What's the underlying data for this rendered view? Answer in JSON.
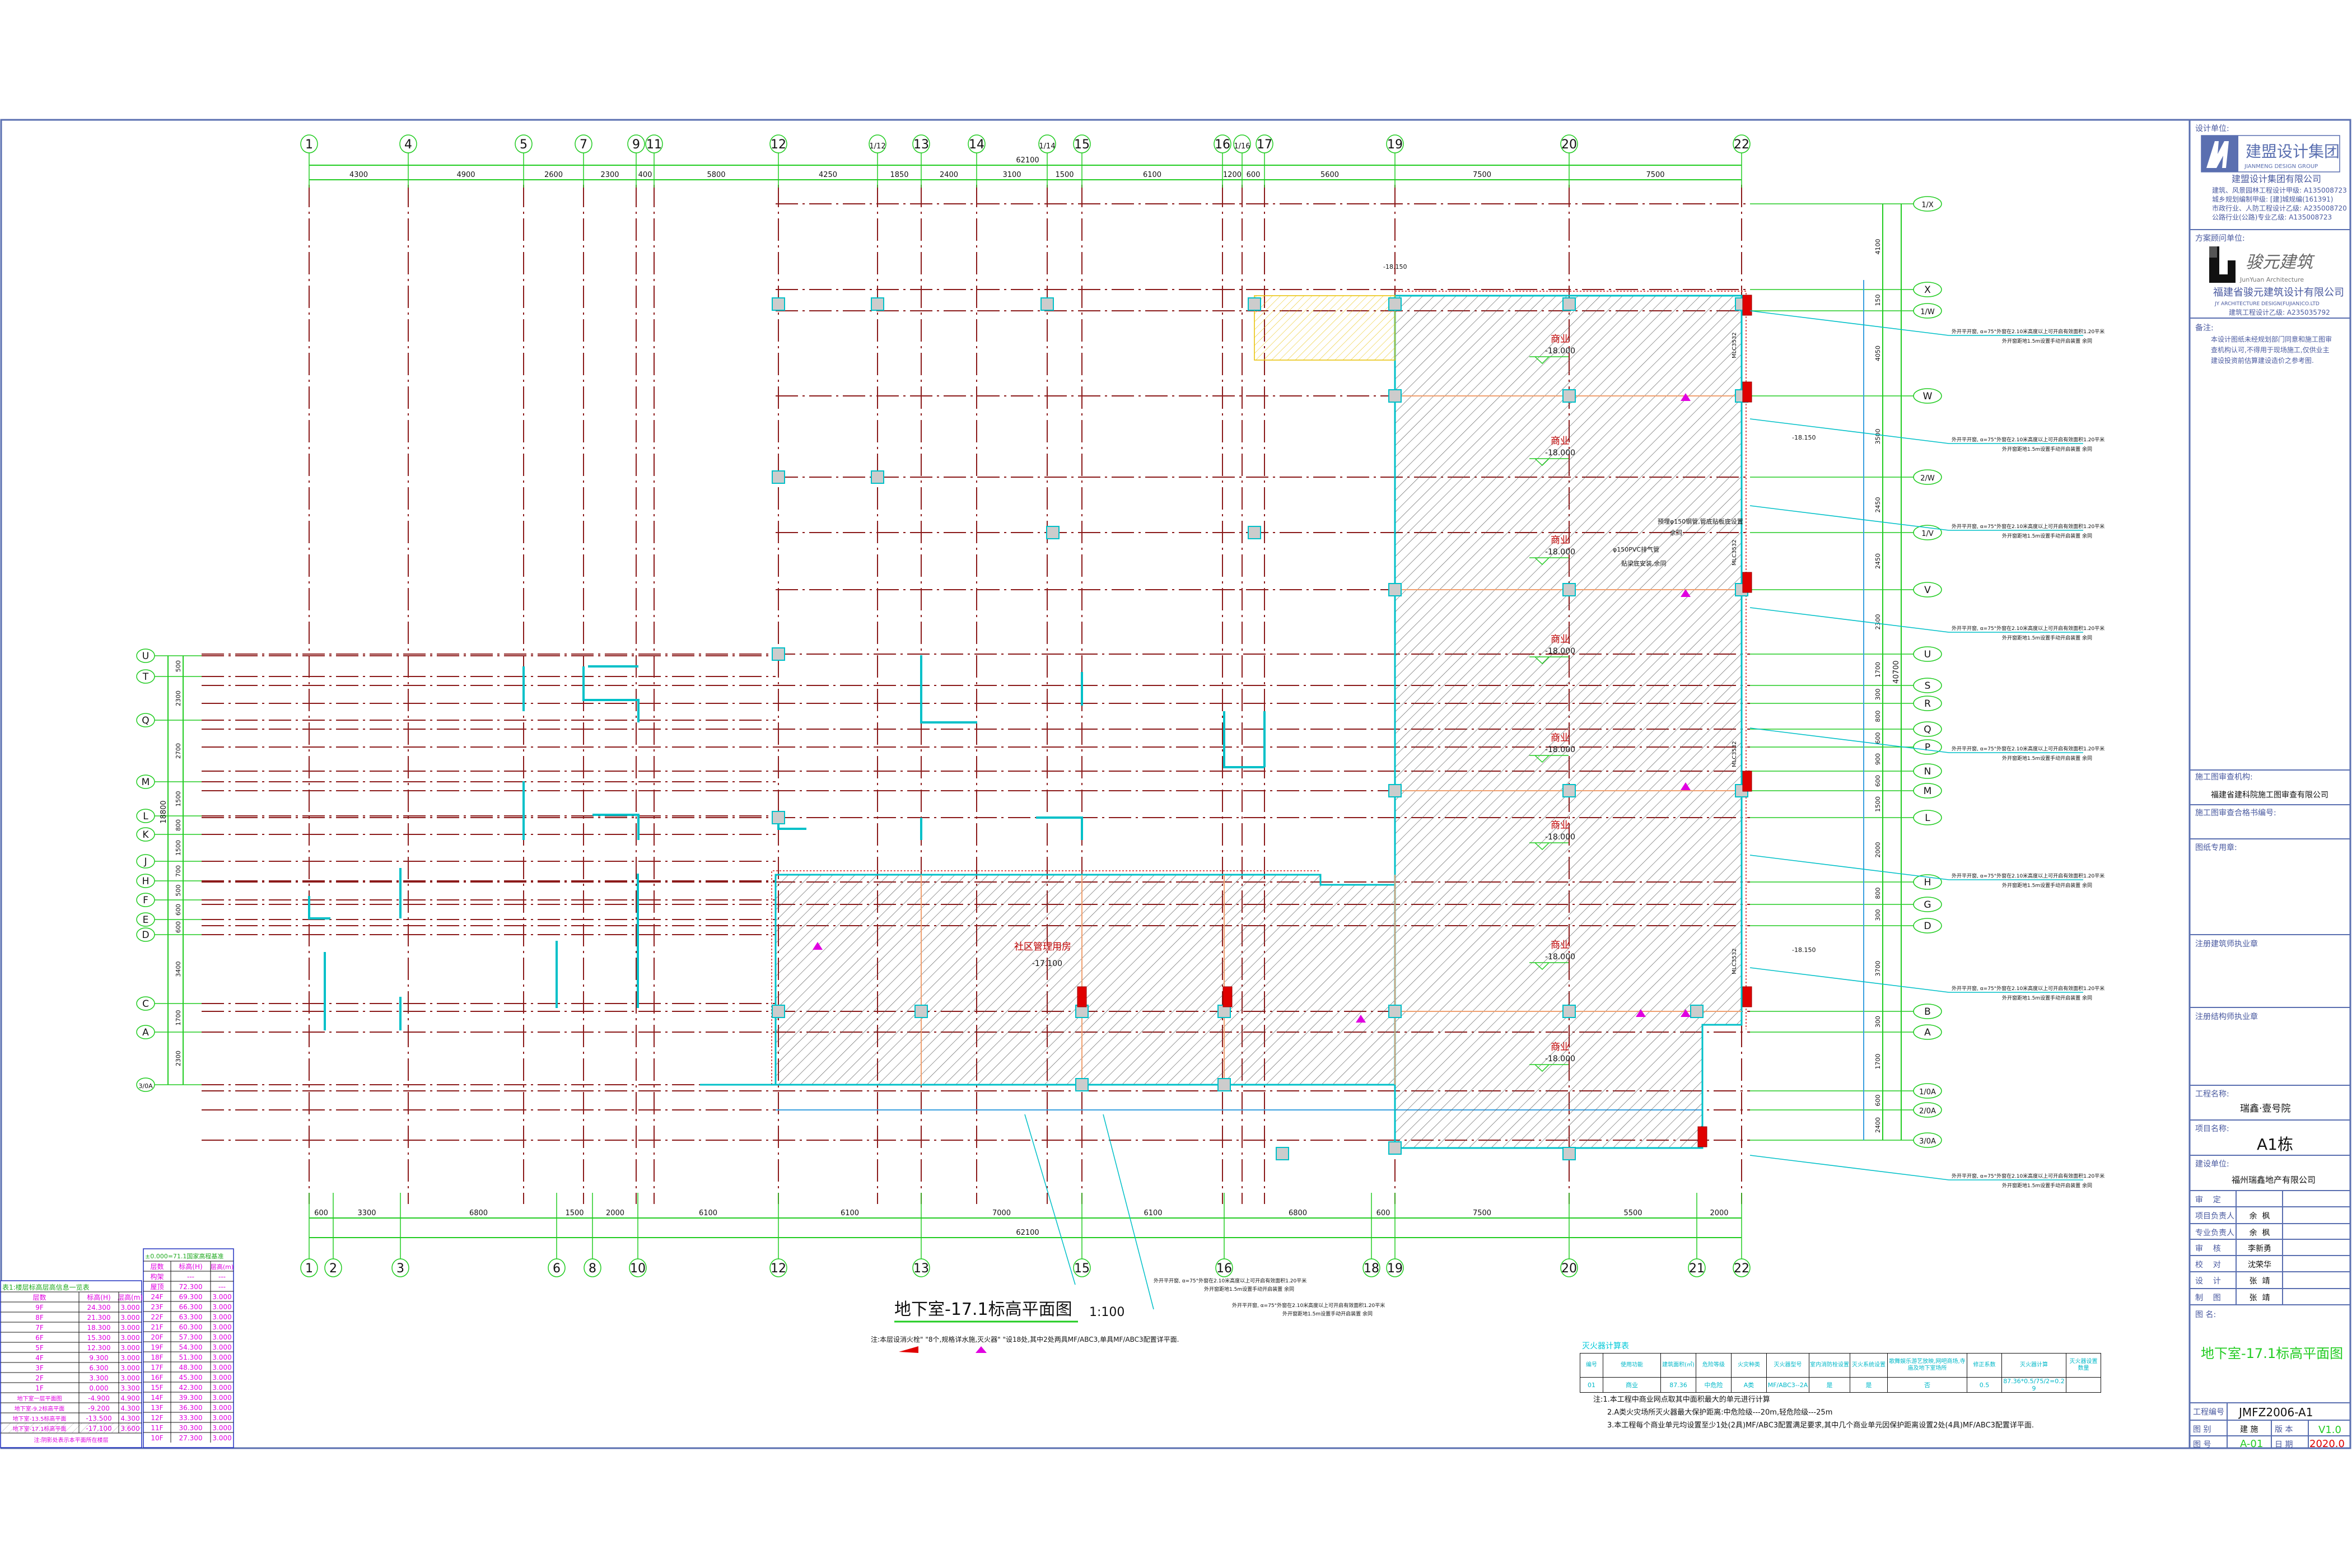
{
  "drawing": {
    "title": "地下室-17.1标高平面图",
    "scale": "1:100",
    "legend_note": "注:本层设消火栓\"  \"8个,规格详水施,灭火器\"  \"设18处,其中2处两具MF/ABC3,单具MF/ABC3配置详平面.",
    "overall_dim": "62100",
    "overall_dim_vertical": "40700",
    "left_overall_dim": "18800"
  },
  "axes": {
    "top": [
      "1",
      "4",
      "5",
      "7",
      "9",
      "11",
      "12",
      "1/12",
      "13",
      "14",
      "1/14",
      "15",
      "16",
      "1/16",
      "17",
      "19",
      "20",
      "22"
    ],
    "top_dims": [
      "4300",
      "4900",
      "2600",
      "2300",
      "400",
      "5800",
      "4250",
      "1850",
      "2400",
      "3100",
      "1500",
      "6100",
      "1200",
      "600",
      "5600",
      "7500",
      "7500"
    ],
    "bottom": [
      "1",
      "2",
      "3",
      "6",
      "8",
      "10",
      "12",
      "13",
      "15",
      "16",
      "18",
      "19",
      "20",
      "21",
      "22"
    ],
    "bottom_dims": [
      "600",
      "3300",
      "6800",
      "1500",
      "2000",
      "6100",
      "6100",
      "7000",
      "6100",
      "6800",
      "600",
      "7500",
      "5500",
      "2000"
    ],
    "right": [
      "1/X",
      "X",
      "1/W",
      "W",
      "2/W",
      "1/V",
      "V",
      "U",
      "S",
      "R",
      "Q",
      "P",
      "N",
      "M",
      "L",
      "H",
      "G",
      "D",
      "B",
      "A",
      "1/0A",
      "2/0A",
      "3/0A"
    ],
    "right_dims": [
      "4100",
      "150",
      "4050",
      "3500",
      "2450",
      "2450",
      "2300",
      "1700",
      "300",
      "800",
      "600",
      "900",
      "600",
      "1500",
      "2000",
      "800",
      "300",
      "3700",
      "300",
      "1700",
      "600",
      "2400"
    ],
    "left": [
      "U",
      "T",
      "Q",
      "M",
      "L",
      "K",
      "J",
      "H",
      "F",
      "E",
      "D",
      "C",
      "A",
      "3/0A"
    ],
    "left_dims": [
      "500",
      "2300",
      "2700",
      "1500",
      "800",
      "1500",
      "700",
      "500",
      "600",
      "600",
      "3400",
      "1700",
      "2300"
    ]
  },
  "rooms": {
    "commercial": {
      "name": "商业",
      "elevation": "-18.000"
    },
    "community": {
      "name": "社区管理用房",
      "elevation": "-17.100"
    },
    "elev_mark": "-18.150"
  },
  "annotations": {
    "window_note_line1": "外开平开窗, α=75°外窗在2.10米高度以上可开启有效面积1.20平米",
    "window_note_line2": "外开窗距地1.5m设置手动开启装置    余同",
    "pipe_note_1": "预埋φ150钢管,管底贴板底设置",
    "pipe_note_1b": "余同",
    "pipe_note_2": "φ150PVC排气管",
    "pipe_note_2b": "贴梁底安装,余同",
    "door_label": "MLC3532"
  },
  "title_block": {
    "design_unit_label": "设计单位:",
    "jm_logo_cn": "建盟设计集团",
    "jm_logo_en": "JIANMENG DESIGN GROUP",
    "jm_company": "建盟设计集团有限公司",
    "jm_quals": [
      "建筑、风景园林工程设计甲级: A135008723",
      "城乡规划编制甲级: [建]城规编(161391)",
      "市政行业、人防工程设计乙级: A235008720",
      "公路行业(公路)专业乙级: A135008723"
    ],
    "consultant_label": "方案顾问单位:",
    "jy_logo_text": "JunYuan Architecture",
    "jy_company": "福建省骏元建筑设计有限公司",
    "jy_company_en": "JY ARCHITECTURE DESIGN(FUJIAN)CO.LTD",
    "jy_qual": "建筑工程设计乙级: A235035792",
    "remark_label": "备注:",
    "remark_lines": [
      "本设计图纸未经规划部门同意和施工图审",
      "查机构认可,不得用于现场施工,仅供业主",
      "建设投资前估算建设造价之参考图."
    ],
    "review_org_label": "施工图审查机构:",
    "review_org": "福建省建科院施工图审查有限公司",
    "review_cert_label": "施工图审查合格书编号:",
    "stamp_label": "图纸专用章:",
    "architect_stamp_label": "注册建筑师执业章",
    "structural_stamp_label": "注册结构师执业章",
    "project_name_label": "工程名称:",
    "project_name": "瑞鑫·壹号院",
    "item_name_label": "项目名称:",
    "item_name": "A1栋",
    "client_label": "建设单位:",
    "client": "福州瑞鑫地产有限公司",
    "signoffs": [
      {
        "role": "审    定",
        "name": ""
      },
      {
        "role": "项目负责人",
        "name": "余  枫"
      },
      {
        "role": "专业负责人",
        "name": "余  枫"
      },
      {
        "role": "审    核",
        "name": "李新勇"
      },
      {
        "role": "校    对",
        "name": "沈荣华"
      },
      {
        "role": "设    计",
        "name": "张  靖"
      },
      {
        "role": "制    图",
        "name": "张  靖"
      }
    ],
    "drawing_name_label": "图  名:",
    "drawing_name": "地下室-17.1标高平面图",
    "project_no_label": "工程编号",
    "project_no": "JMFZ2006-A1",
    "category_label": "图  别",
    "category": "建 施",
    "version_label": "版  本",
    "version": "V1.0",
    "sheet_no_label": "图  号",
    "sheet_no": "A-01",
    "date_label": "日  期",
    "date": "2020.0"
  },
  "floor_table": {
    "title": "表1:楼层标高层高信息一览表",
    "headers": [
      "层数",
      "标高(H)",
      "层高(m)"
    ],
    "rows": [
      [
        "9F",
        "24.300",
        "3.000"
      ],
      [
        "8F",
        "21.300",
        "3.000"
      ],
      [
        "7F",
        "18.300",
        "3.000"
      ],
      [
        "6F",
        "15.300",
        "3.000"
      ],
      [
        "5F",
        "12.300",
        "3.000"
      ],
      [
        "4F",
        "9.300",
        "3.000"
      ],
      [
        "3F",
        "6.300",
        "3.000"
      ],
      [
        "2F",
        "3.300",
        "3.000"
      ],
      [
        "1F",
        "0.000",
        "3.300"
      ],
      [
        "地下室一层平面图",
        "-4.900",
        "4.900"
      ],
      [
        "地下室-9.2标高平面",
        "-9.200",
        "4.300"
      ],
      [
        "地下室-13.5标高平面",
        "-13.500",
        "4.300"
      ],
      [
        "地下室-17.1标高平面",
        "-17.100",
        "3.600"
      ]
    ],
    "note": "注:阴影处表示本平面所在楼层"
  },
  "elev_table": {
    "title": "±0.000=71.1国家高程基准",
    "headers": [
      "层数",
      "标高(H)",
      "层高(m)"
    ],
    "rows": [
      [
        "构架",
        "---",
        "---"
      ],
      [
        "屋顶",
        "72.300",
        "---"
      ],
      [
        "24F",
        "69.300",
        "3.000"
      ],
      [
        "23F",
        "66.300",
        "3.000"
      ],
      [
        "22F",
        "63.300",
        "3.000"
      ],
      [
        "21F",
        "60.300",
        "3.000"
      ],
      [
        "20F",
        "57.300",
        "3.000"
      ],
      [
        "19F",
        "54.300",
        "3.000"
      ],
      [
        "18F",
        "51.300",
        "3.000"
      ],
      [
        "17F",
        "48.300",
        "3.000"
      ],
      [
        "16F",
        "45.300",
        "3.000"
      ],
      [
        "15F",
        "42.300",
        "3.000"
      ],
      [
        "14F",
        "39.300",
        "3.000"
      ],
      [
        "13F",
        "36.300",
        "3.000"
      ],
      [
        "12F",
        "33.300",
        "3.000"
      ],
      [
        "11F",
        "30.300",
        "3.000"
      ],
      [
        "10F",
        "27.300",
        "3.000"
      ]
    ]
  },
  "extinguisher_table": {
    "title": "灭火器计算表",
    "headers": [
      "编号",
      "使用功能",
      "建筑面积(㎡)",
      "危险等级",
      "火灾种类",
      "灭火器型号",
      "室内消防栓设置",
      "灭火系统设置",
      "歌舞娱乐游艺放映,网吧商场,寺庙及地下室场所",
      "修正系数",
      "灭火器计算",
      "灭火器设置数量"
    ],
    "row": [
      "01",
      "商业",
      "87.36",
      "中危险",
      "A类",
      "MF/ABC3--2A",
      "是",
      "是",
      "否",
      "0.5",
      "87.36*0.5/75/2=0.29",
      ""
    ],
    "notes": [
      "注:1.本工程中商业网点取其中面积最大的单元进行计算",
      "2.A类火灾场所灭火器最大保护距离:中危险级---20m,轻危险级---25m",
      "3.本工程每个商业单元均设置至少1处(2具)MF/ABC3配置满足要求,其中几个商业单元因保护距离设置2处(4具)MF/ABC3配置详平面."
    ]
  },
  "colors": {
    "frame": "#5a6fb0",
    "axis": "#22cc22",
    "grid_dash": "#8b1a1a",
    "wall": "#00c0c8",
    "hatch": "#555555",
    "room_label": "#c00000",
    "hydrant": "#e00000",
    "extinguisher": "#e000e0"
  }
}
